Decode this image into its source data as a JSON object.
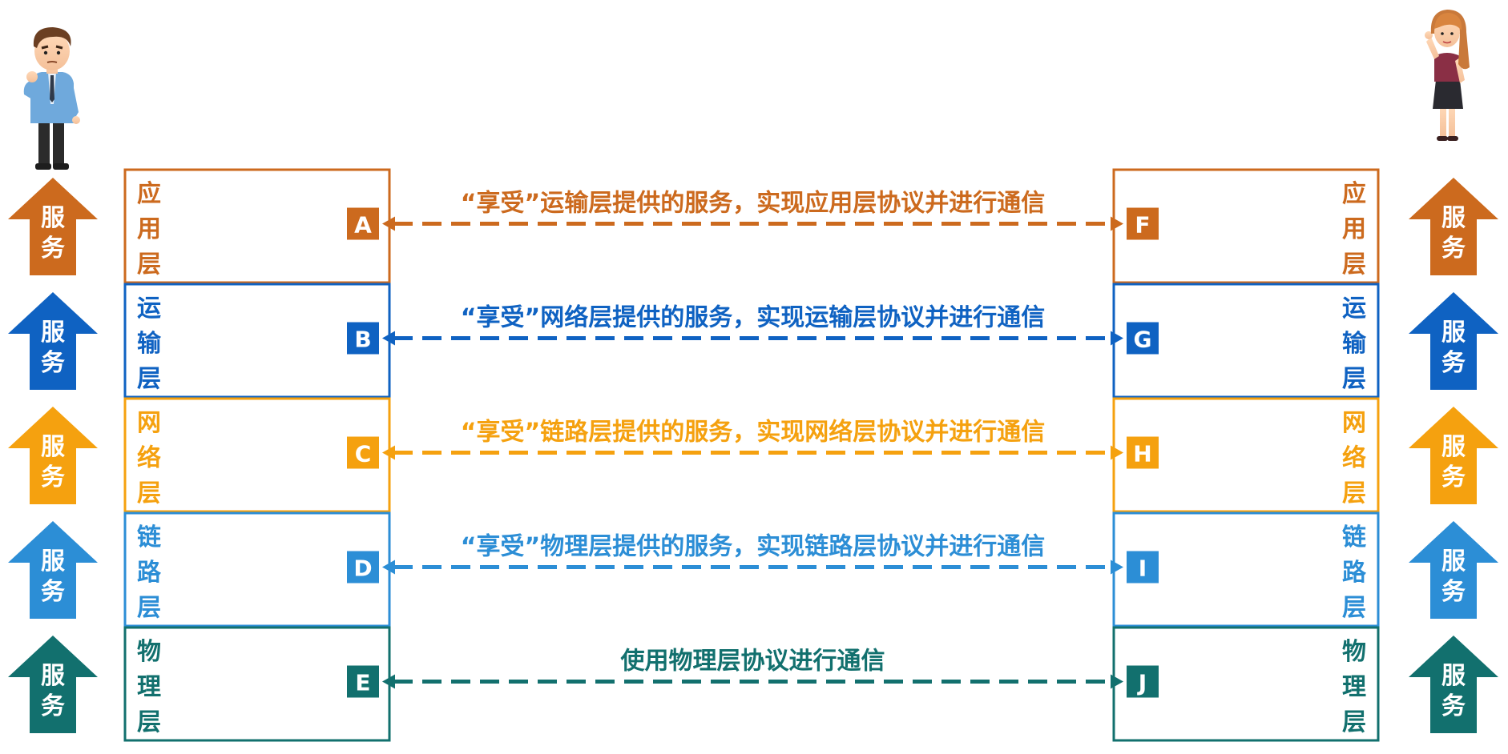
{
  "people": {
    "left_label": "",
    "right_label": ""
  },
  "service_arrow_text": [
    "服",
    "务"
  ],
  "colors": {
    "application": "#cc6a1e",
    "transport": "#0f62c2",
    "network": "#f5a10f",
    "link": "#2c8ed6",
    "physical": "#12706e"
  },
  "layers": [
    {
      "key": "application",
      "name": "应用层",
      "left_letter": "A",
      "right_letter": "F",
      "description": "“享受”运输层提供的服务，实现应用层协议并进行通信"
    },
    {
      "key": "transport",
      "name": "运输层",
      "left_letter": "B",
      "right_letter": "G",
      "description": "“享受”网络层提供的服务，实现运输层协议并进行通信"
    },
    {
      "key": "network",
      "name": "网络层",
      "left_letter": "C",
      "right_letter": "H",
      "description": "“享受”链路层提供的服务，实现网络层协议并进行通信"
    },
    {
      "key": "link",
      "name": "链路层",
      "left_letter": "D",
      "right_letter": "I",
      "description": "“享受”物理层提供的服务，实现链路层协议并进行通信"
    },
    {
      "key": "physical",
      "name": "物理层",
      "left_letter": "E",
      "right_letter": "J",
      "description": "使用物理层协议进行通信"
    }
  ]
}
